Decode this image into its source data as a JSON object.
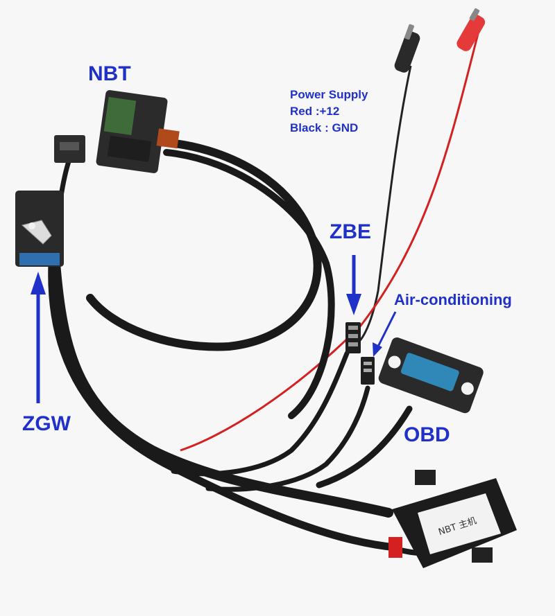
{
  "labels": {
    "nbt": "NBT",
    "power_supply_title": "Power Supply",
    "power_supply_red": "Red :+12",
    "power_supply_black": "Black : GND",
    "zbe": "ZBE",
    "air_conditioning": "Air-conditioning",
    "zgw": "ZGW",
    "obd": "OBD",
    "module_marking": "NBT 主机"
  },
  "colors": {
    "label_blue": "#1f31c8",
    "harness_black": "#1a1a1a",
    "wire_red": "#d42020",
    "clip_red": "#e53a3a",
    "background": "#f7f7f8"
  }
}
